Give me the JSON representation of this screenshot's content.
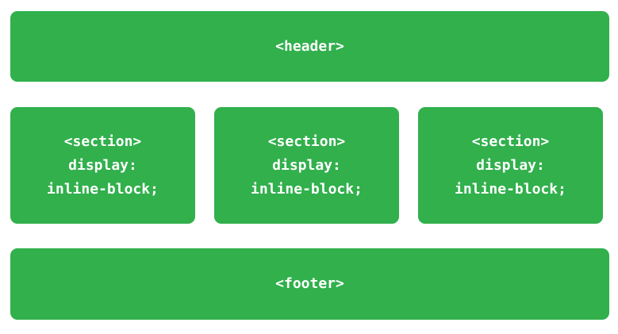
{
  "colors": {
    "box_green": "#31b04c",
    "text_white": "#ffffff",
    "page_background": "#ffffff"
  },
  "header": {
    "label": "<header>"
  },
  "sections": [
    {
      "lines": [
        "<section>",
        "display:",
        "inline-block;"
      ]
    },
    {
      "lines": [
        "<section>",
        "display:",
        "inline-block;"
      ]
    },
    {
      "lines": [
        "<section>",
        "display:",
        "inline-block;"
      ]
    }
  ],
  "footer": {
    "label": "<footer>"
  }
}
